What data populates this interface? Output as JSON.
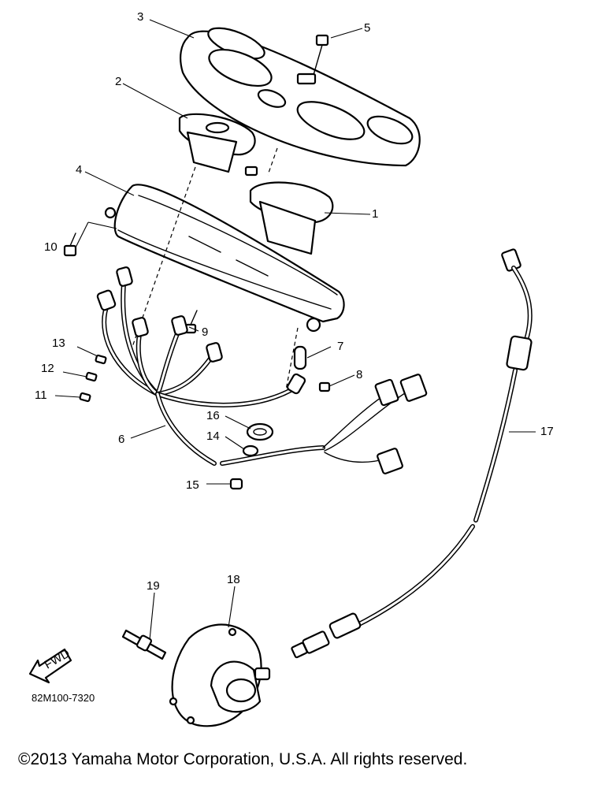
{
  "diagram": {
    "callouts": {
      "n1": "1",
      "n2": "2",
      "n3": "3",
      "n4": "4",
      "n5": "5",
      "n6": "6",
      "n7": "7",
      "n8": "8",
      "n9": "9",
      "n10": "10",
      "n11": "11",
      "n12": "12",
      "n13": "13",
      "n14": "14",
      "n15": "15",
      "n16": "16",
      "n17": "17",
      "n18": "18",
      "n19": "19"
    },
    "fwd_label": "FWD",
    "drawing_code": "82M100-7320"
  },
  "footer": {
    "copyright": "©2013 Yamaha Motor Corporation, U.S.A. All rights reserved."
  }
}
